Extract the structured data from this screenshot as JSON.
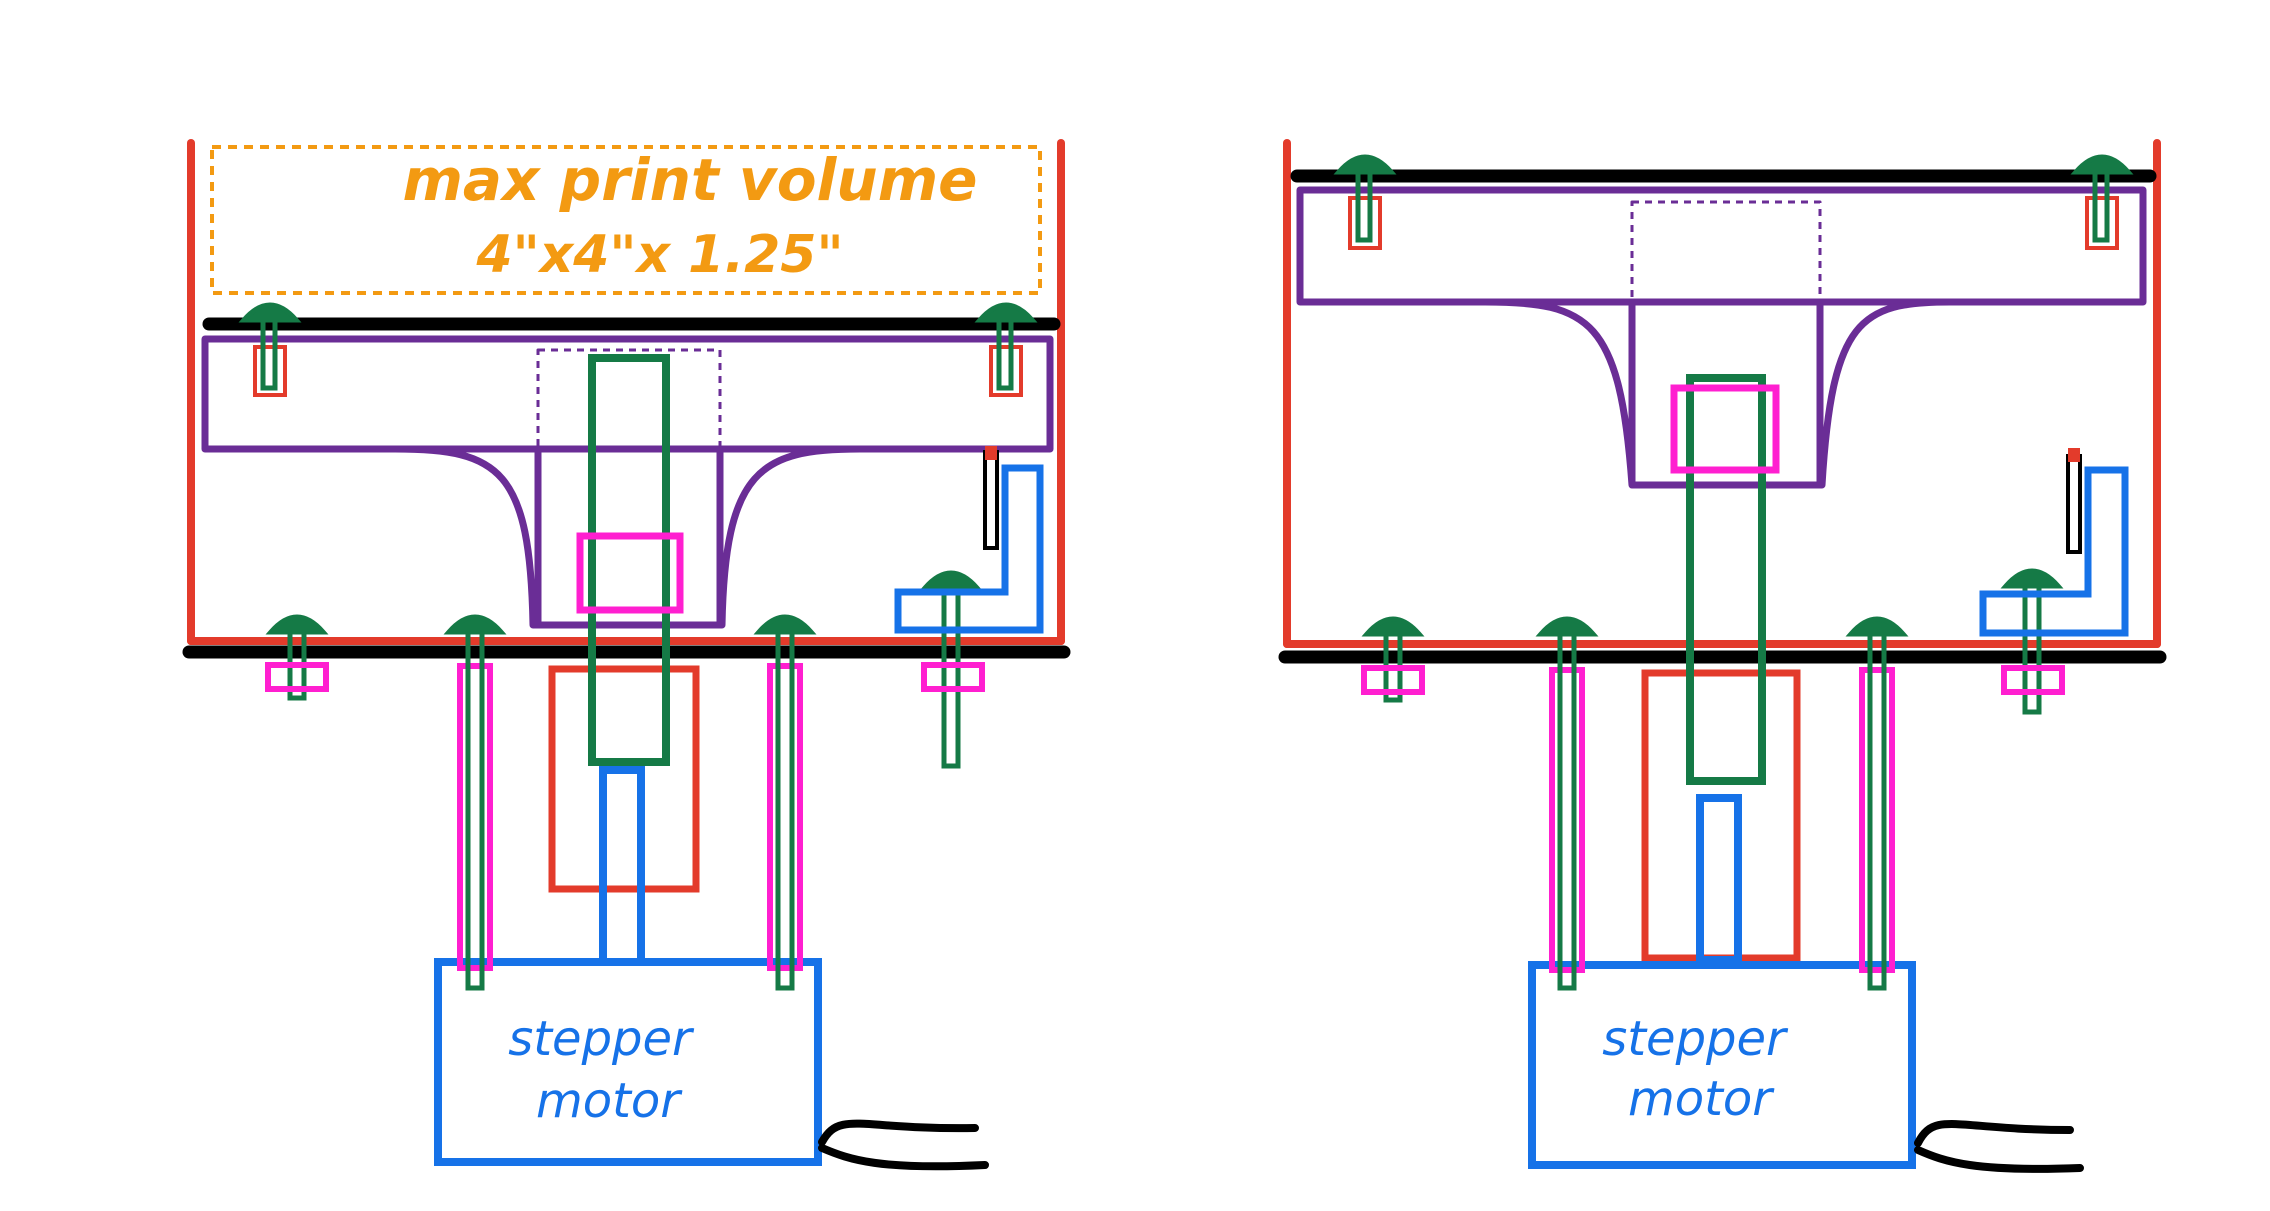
{
  "labels": {
    "print_volume_line1": "max print volume",
    "print_volume_line2": "4\"x4\"x 1.25\"",
    "left_motor_line1": "stepper",
    "left_motor_line2": "motor",
    "right_motor_line1": "stepper",
    "right_motor_line2": "motor"
  },
  "colors": {
    "frame": "#e33b2b",
    "plate": "#000000",
    "carriage": "#6a2d96",
    "screw": "#157a46",
    "nut": "#ff1fd0",
    "motor": "#1672e8",
    "print_volume": "#f39a12",
    "label_blue": "#1672e8",
    "switch_tip": "#e33b2b"
  }
}
